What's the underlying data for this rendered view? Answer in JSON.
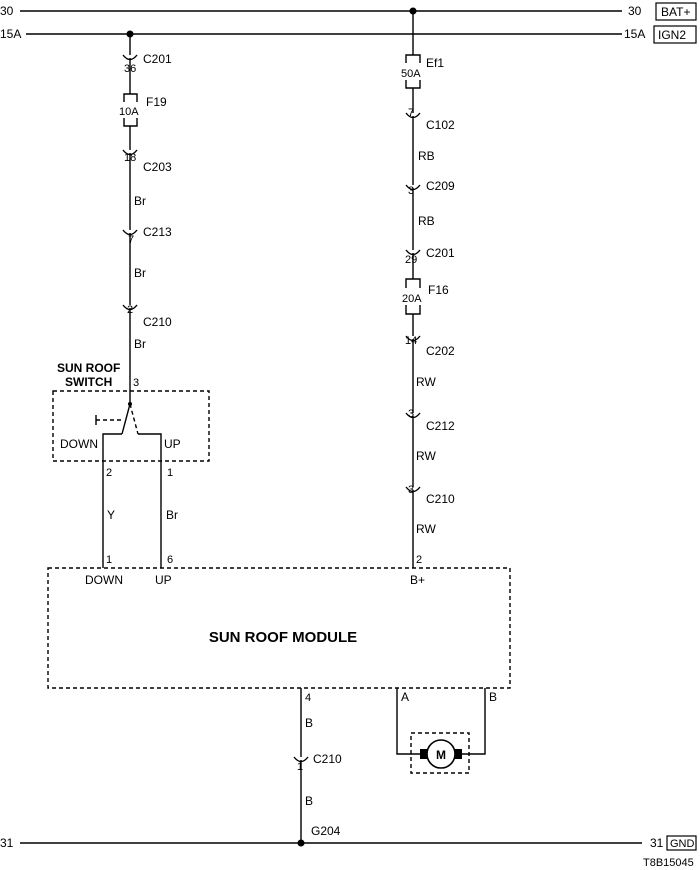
{
  "rails": {
    "bat": {
      "left_num": "30",
      "right_num": "30",
      "tag": "BAT+"
    },
    "ign": {
      "left_num": "15A",
      "right_num": "15A",
      "tag": "IGN2"
    },
    "gnd": {
      "left_num": "31",
      "right_num": "31",
      "tag": "GND"
    }
  },
  "left_branch": {
    "c201_pin": "36",
    "c201_name": "C201",
    "fuse_name": "F19",
    "fuse_rating": "10A",
    "c203_pin": "18",
    "c203_name": "C203",
    "wire1": "Br",
    "c213_pin": "7",
    "c213_name": "C213",
    "wire2": "Br",
    "c210_pin": "2",
    "c210_name": "C210",
    "wire3": "Br"
  },
  "switch": {
    "title_line1": "SUN ROOF",
    "title_line2": "SWITCH",
    "pin_top": "3",
    "label_down": "DOWN",
    "label_up": "UP",
    "pin_down": "2",
    "pin_up": "1",
    "wire_down": "Y",
    "wire_up": "Br"
  },
  "right_branch": {
    "fuse_name": "Ef1",
    "fuse_rating": "50A",
    "c102_pin": "7",
    "c102_name": "C102",
    "wire1": "RB",
    "c209_pin": "3",
    "c209_name": "C209",
    "wire2": "RB",
    "c201_pin": "29",
    "c201_name": "C201",
    "fuse2_name": "F16",
    "fuse2_rating": "20A",
    "c202_pin": "14",
    "c202_name": "C202",
    "wire3": "RW",
    "c212_pin": "3",
    "c212_name": "C212",
    "wire4": "RW",
    "c210_pin": "3",
    "c210_name": "C210",
    "wire5": "RW"
  },
  "module": {
    "name": "SUN ROOF MODULE",
    "pin_down": "1",
    "label_down": "DOWN",
    "pin_up": "6",
    "label_up": "UP",
    "pin_b": "2",
    "label_b": "B+",
    "pin_gnd": "4",
    "motor_a": "A",
    "motor_b": "B"
  },
  "ground_branch": {
    "wire1": "B",
    "c210_pin": "1",
    "c210_name": "C210",
    "wire2": "B",
    "ground_name": "G204"
  },
  "motor": {
    "symbol": "M"
  },
  "diagram_id": "T8B15045"
}
